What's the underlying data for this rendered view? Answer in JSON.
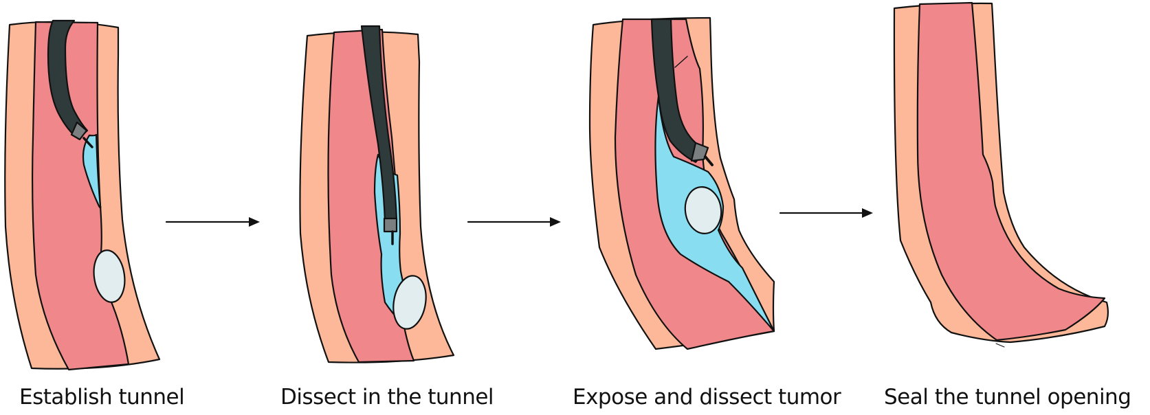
{
  "figure": {
    "title": "",
    "steps": [
      {
        "id": "step-1",
        "label": "Establish tunnel"
      },
      {
        "id": "step-2",
        "label": "Dissect in the tunnel"
      },
      {
        "id": "step-3",
        "label": "Expose and dissect tumor"
      },
      {
        "id": "step-4",
        "label": "Seal the tunnel opening"
      }
    ],
    "arrows": [
      {
        "from": "step-1",
        "to": "step-2",
        "icon": "right-arrow-icon"
      },
      {
        "from": "step-2",
        "to": "step-3",
        "icon": "right-arrow-icon"
      },
      {
        "from": "step-3",
        "to": "step-4",
        "icon": "right-arrow-icon"
      }
    ]
  },
  "colors": {
    "outer_wall": "#FCB898",
    "mucosa": "#F0878A",
    "submucosal_fluid": "#88DDF0",
    "tumor": "#E2EDEF",
    "endoscope": "#2F3A3B",
    "endoscope_tip": "#7B7F80",
    "outline": "#111111"
  },
  "legend": {
    "parts": [
      "outer-wall",
      "mucosa",
      "submucosal-tunnel",
      "tumor",
      "endoscope"
    ]
  }
}
